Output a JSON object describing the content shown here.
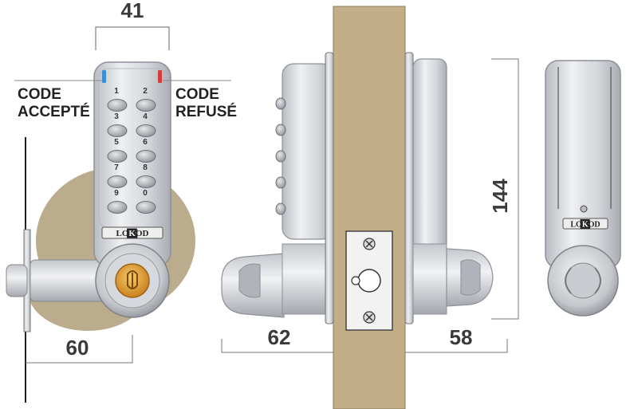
{
  "labels": {
    "code_accepted_line1": "CODE",
    "code_accepted_line2": "ACCEPTÉ",
    "code_refused_line1": "CODE",
    "code_refused_line2": "REFUSÉ"
  },
  "dimensions": {
    "keypad_width": "41",
    "handle_projection": "60",
    "inner_projection": "62",
    "outer_projection": "58",
    "height": "144"
  },
  "keypad": {
    "keys": [
      "1",
      "2",
      "3",
      "4",
      "5",
      "6",
      "7",
      "8",
      "9",
      "0"
    ],
    "brand": "LOKOD",
    "brand_parts": [
      "LO",
      "K",
      "OD"
    ]
  },
  "colors": {
    "door": "#c3ae88",
    "shadow_blob": "#bbac8d",
    "metal": "#d9dbdf",
    "metal_dark": "#9a9ea5",
    "led_accept": "#3a8fd6",
    "led_refuse": "#d63a3a",
    "cylinder": "#e8a33a"
  }
}
